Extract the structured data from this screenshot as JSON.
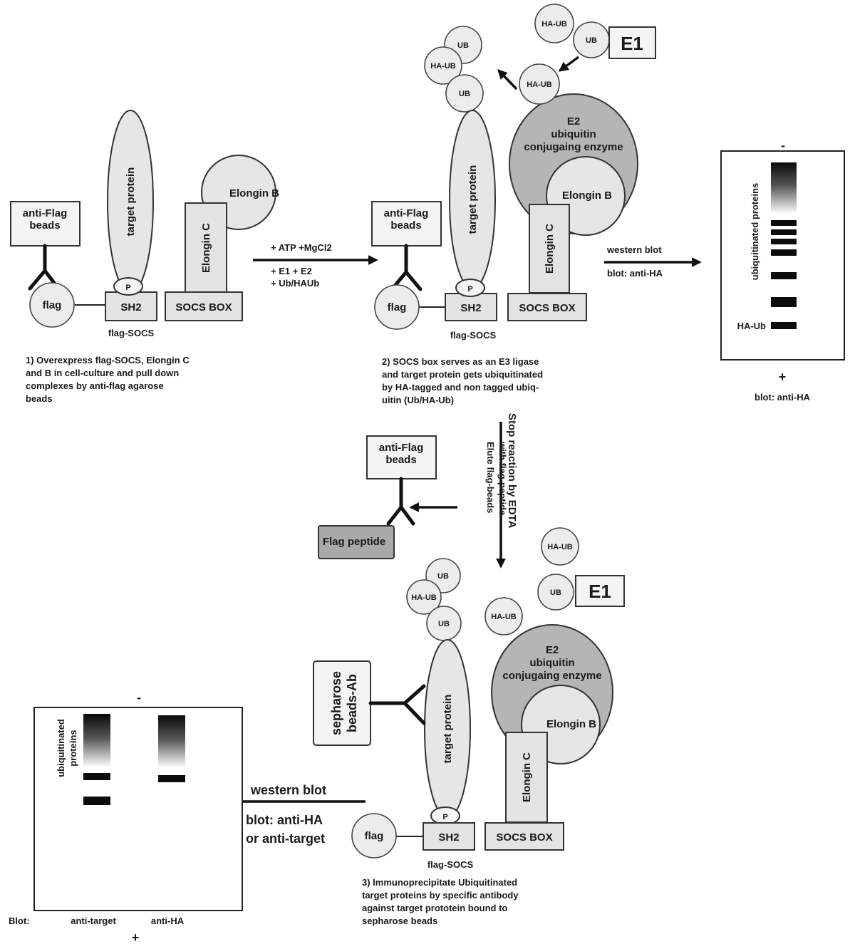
{
  "labels": {
    "anti_flag_beads": "anti-Flag\nbeads",
    "flag": "flag",
    "sh2": "SH2",
    "p": "P",
    "socs_box": "SOCS BOX",
    "flag_socs": "flag-SOCS",
    "target_protein": "target protein",
    "elongin_c": "Elongin C",
    "elongin_b": "Elongin B",
    "ub": "UB",
    "ha_ub": "HA-UB",
    "e1": "E1",
    "e2": "E2\nubiquitin\nconjugaing enzyme",
    "flag_peptide": "Flag peptide",
    "sepharose": "sepharose\nbeads-Ab"
  },
  "arrows": {
    "reaction_top": "+ ATP +MgCl2",
    "reaction_bottom": "+ E1 + E2\n+ Ub/HAUb",
    "western_blot": "western blot",
    "blot_anti_ha": "blot: anti-HA",
    "stop_reaction": "Stop reaction by EDTA",
    "elute": "Elute flag-beads\nwith flag-peptide",
    "blot_anti_ha_or_target": "blot: anti-HA\nor anti-target"
  },
  "steps": {
    "step1": "1) Overexpress flag-SOCS, Elongin C\nand B in cell-culture and pull down\ncomplexes by anti-flag agarose\nbeads",
    "step2": "2) SOCS box serves as an E3 ligase\nand target protein gets ubiquitinated\nby HA-tagged and non tagged ubiq-\nuitin (Ub/HA-Ub)",
    "step3": "3) Immunoprecipitate Ubiquitinated\ntarget proteins by specific antibody\nagainst target prototein bound to\nsepharose beads"
  },
  "gel1": {
    "minus": "-",
    "plus": "+",
    "lane_label": "ubiquitinated proteins",
    "band_label": "HA-Ub",
    "caption": "blot: anti-HA"
  },
  "gel2": {
    "minus": "-",
    "plus": "+",
    "lane_label": "ubiquitinated\nproteins",
    "blot_label": "Blot:",
    "lane1": "anti-target",
    "lane2": "anti-HA"
  }
}
